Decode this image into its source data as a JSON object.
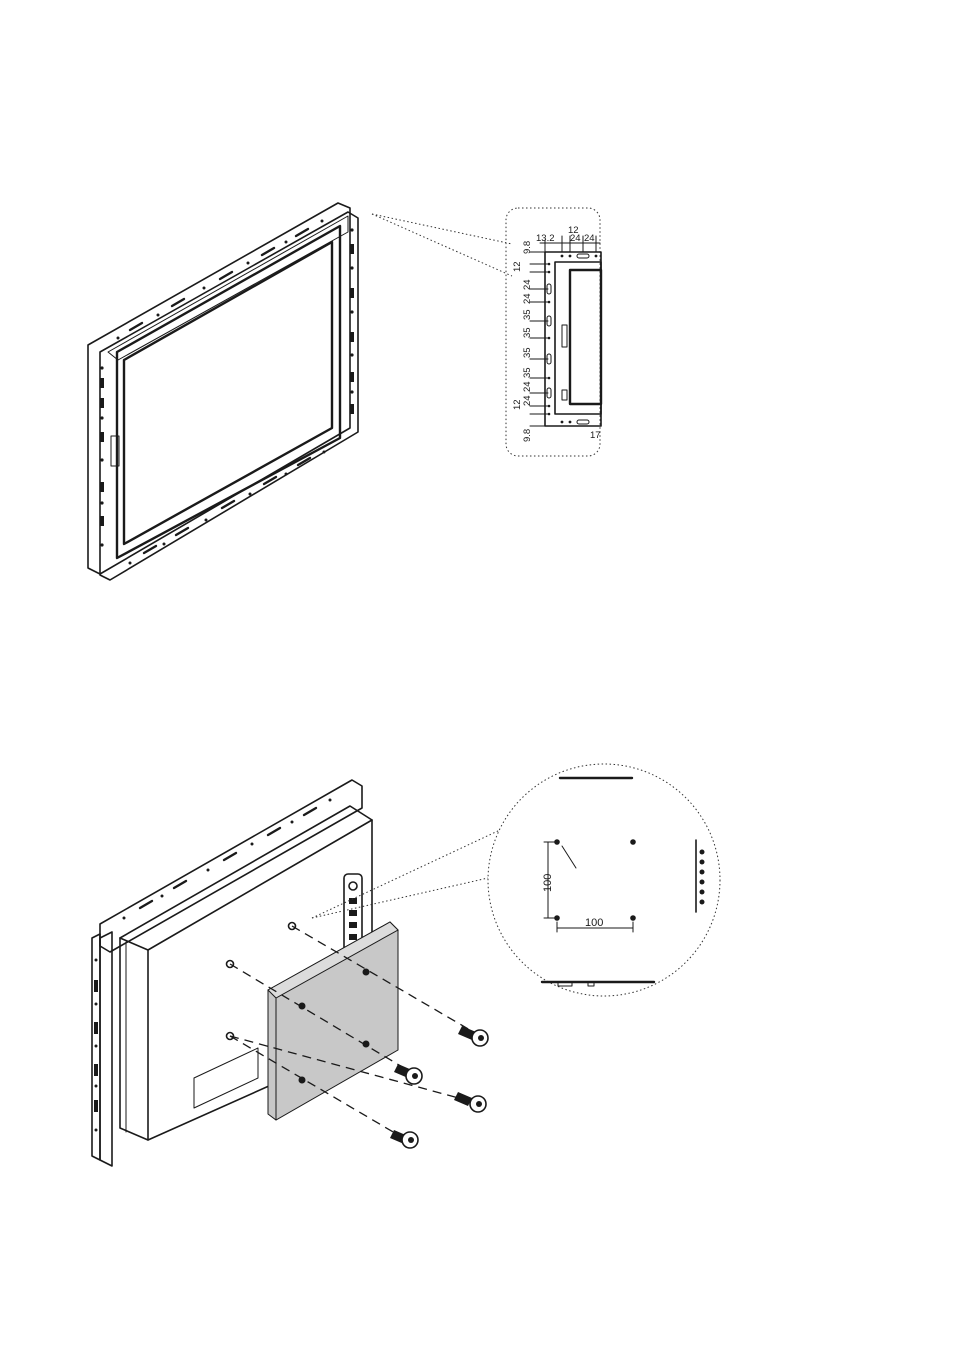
{
  "figure1": {
    "detail_top_labels": [
      "13.2",
      "12",
      "24",
      "24"
    ],
    "detail_side_labels": [
      "9.8",
      "12",
      "24",
      "24",
      "35",
      "35",
      "35",
      "35",
      "24",
      "24",
      "12",
      "9.8"
    ],
    "detail_corner_label": "17"
  },
  "figure2": {
    "vesa_vertical": "100",
    "vesa_horizontal": "100"
  }
}
